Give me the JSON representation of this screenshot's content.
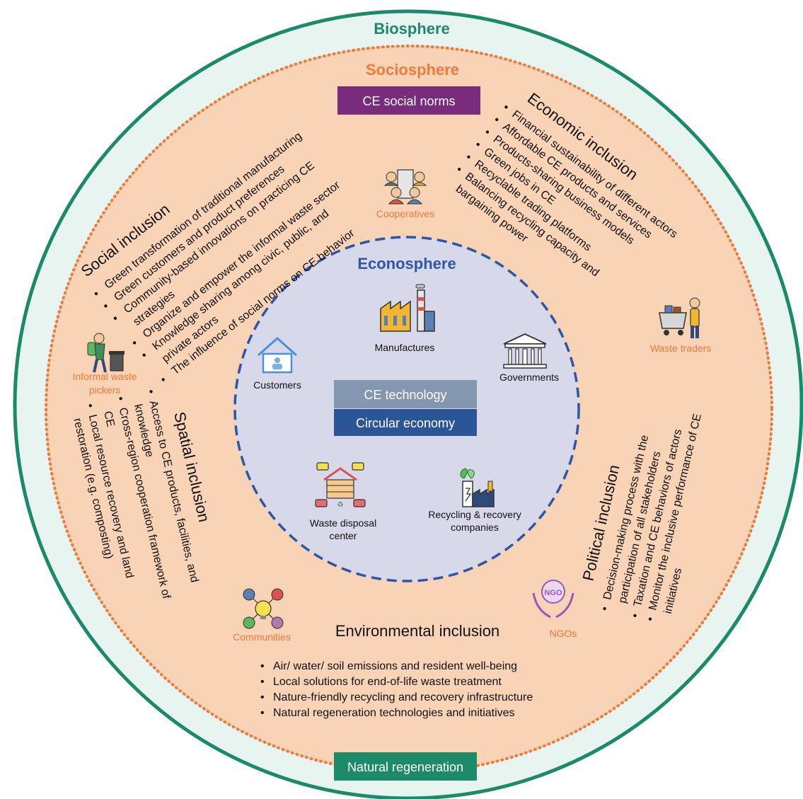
{
  "spheres": {
    "biosphere": "Biosphere",
    "sociosphere": "Sociosphere",
    "econosphere": "Econosphere"
  },
  "boxes": {
    "social_norms": "CE social norms",
    "technology": "CE technology",
    "circular_economy": "Circular economy",
    "natural_regeneration": "Natural regeneration"
  },
  "actors": {
    "manufactures": "Manufactures",
    "customers": "Customers",
    "governments": "Governments",
    "waste_disposal": [
      "Waste disposal",
      "center"
    ],
    "recycling": [
      "Recycling & recovery",
      "companies"
    ],
    "cooperatives": "Cooperatives",
    "waste_traders": "Waste traders",
    "informal_waste_pickers": [
      "Informal  waste",
      "pickers"
    ],
    "communities": "Communities",
    "ngos": "NGOs"
  },
  "social_inclusion": {
    "title": "Social inclusion",
    "items": [
      [
        "Green transformation of traditional manufacturing"
      ],
      [
        "Green customers and product preferences"
      ],
      [
        "Community-based innovations on practicing CE",
        "strategies"
      ],
      [
        "Organize and empower the informal waste sector"
      ],
      [
        "Knowledge sharing among civic, public, and",
        "private actors"
      ],
      [
        "The influence of social norms on CE behavior"
      ]
    ]
  },
  "economic_inclusion": {
    "title": "Economic inclusion",
    "items": [
      [
        "Financial sustainability of different actors"
      ],
      [
        "Affordable CE products and services"
      ],
      [
        "Products-sharing business models"
      ],
      [
        "Green jobs in CE"
      ],
      [
        "Recyclable trading platforms"
      ],
      [
        "Balancing recycling capacity and",
        "bargaining power"
      ]
    ]
  },
  "spatial_inclusion": {
    "title": "Spatial inclusion",
    "items": [
      [
        "Access to CE products, facilities, and",
        "knowledge"
      ],
      [
        "Cross-region cooperation framework of",
        "CE"
      ],
      [
        "Local resource recovery and land",
        "restoration (e.g. composting)"
      ]
    ]
  },
  "political_inclusion": {
    "title": "Political  inclusion",
    "items": [
      [
        "Decision-making process with the",
        "participation of all stakeholders"
      ],
      [
        "Taxation and CE behaviors of actors"
      ],
      [
        "Monitor the inclusive performance of CE",
        "initiatives"
      ]
    ]
  },
  "environmental_inclusion": {
    "title": "Environmental inclusion",
    "items": [
      "Air/ water/ soil emissions and resident well-being",
      "Local solutions for end-of-life waste treatment",
      "Nature-friendly recycling and recovery infrastructure",
      "Natural regeneration technologies and initiatives"
    ]
  },
  "icons": [
    "factory-icon",
    "house-icon",
    "government-building-icon",
    "server-network-icon",
    "green-factory-icon",
    "people-group-icon",
    "trader-cart-icon",
    "waste-picker-icon",
    "community-network-icon",
    "ngo-hands-icon"
  ],
  "colors": {
    "biosphere_fill": "#e8f4ef",
    "biosphere_ring": "#1b8a6b",
    "sociosphere_fill": "#f8d3b5",
    "sociosphere_ring": "#f07a3a",
    "econosphere_fill": "#d7d9ea",
    "econosphere_ring": "#2f56a6",
    "social_norms_box": "#7a2c7c",
    "technology_box": "#8496b0",
    "circular_box": "#2a5596",
    "natural_box": "#1d8a6a",
    "actor_orange": "#f07a3a"
  }
}
